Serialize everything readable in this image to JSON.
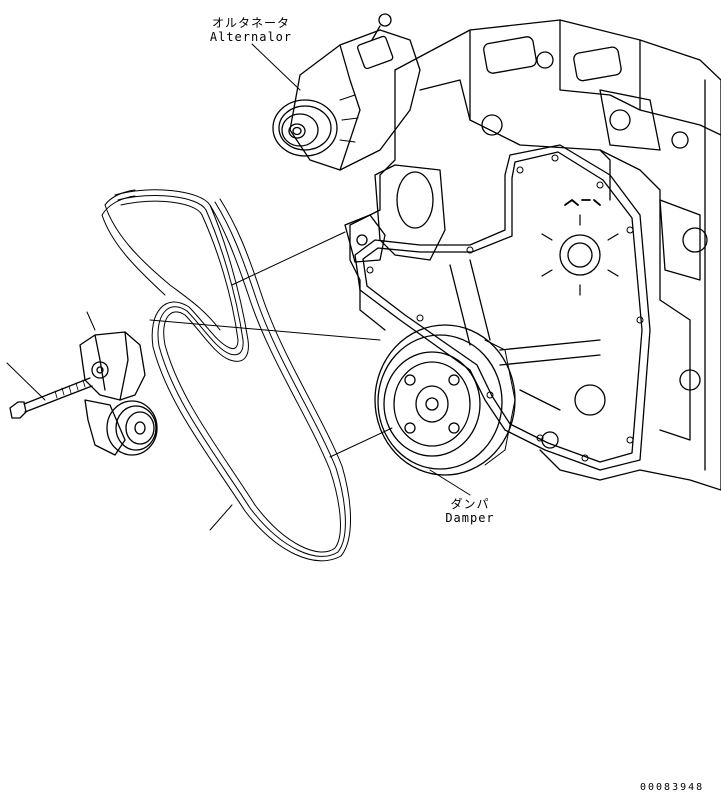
{
  "labels": {
    "alternator": {
      "jp": "オルタネータ",
      "en": "Alternalor"
    },
    "damper": {
      "jp": "ダンパ",
      "en": "Damper"
    }
  },
  "figure_code": "00083948",
  "colors": {
    "line": "#000000",
    "background": "#ffffff"
  }
}
